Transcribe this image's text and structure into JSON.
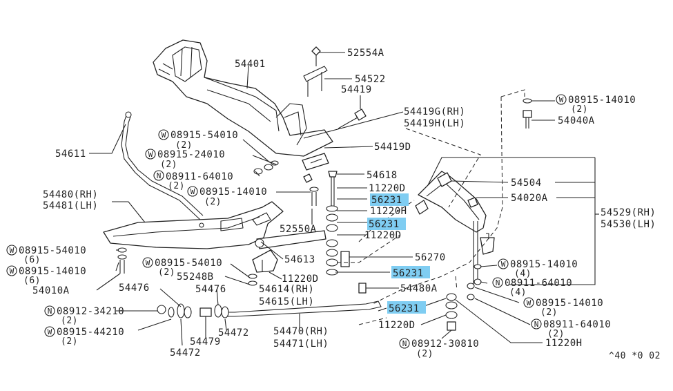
{
  "labels": {
    "l54401": "54401",
    "l52554a": "52554A",
    "l54522": "54522",
    "l54419": "54419",
    "l54419g": "54419G(RH)",
    "l54419h": "54419H(LH)",
    "l54419d": "54419D",
    "l54618": "54618",
    "l54611": "54611",
    "w08915_54010_a": "08915-54010",
    "q2_a": "(2)",
    "w08915_24010": "08915-24010",
    "q2_b": "(2)",
    "n08911_64010_a": "08911-64010",
    "q2_c": "(2)",
    "w08915_14010_a": "08915-14010",
    "q2_d": "(2)",
    "l11220d_a": "11220D",
    "p56231_a": "56231",
    "l11220h_a": "11220H",
    "p56231_b": "56231",
    "l11220d_b": "11220D",
    "l54480rh": "54480(RH)",
    "l54481lh": "54481(LH)",
    "l52550a": "52550A",
    "w08915_54010_b": "08915-54010",
    "q6_a": "(6)",
    "w08915_14010_b": "08915-14010",
    "q6_b": "(6)",
    "l54010a": "54010A",
    "l54613": "54613",
    "l56270": "56270",
    "w08915_54010_c": "08915-54010",
    "q2_e": "(2)",
    "l55248b": "55248B",
    "l11220d_c": "11220D",
    "p56231_c": "56231",
    "l54480a": "54480A",
    "l54476_a": "54476",
    "l54476_b": "54476",
    "l54614rh": "54614(RH)",
    "l54615lh": "54615(LH)",
    "n08912_34210": "08912-34210",
    "q2_f": "(2)",
    "w08915_44210": "08915-44210",
    "q2_g": "(2)",
    "l54472_a": "54472",
    "l54479": "54479",
    "l54472_b": "54472",
    "l54470rh": "54470(RH)",
    "l54471lh": "54471(LH)",
    "p56231_d": "56231",
    "l11220d_d": "11220D",
    "n08912_30810": "08912-30810",
    "q2_h": "(2)",
    "w08915_14010_c": "08915-14010",
    "q2_i": "(2)",
    "l54040a": "54040A",
    "l54504": "54504",
    "l54020a": "54020A",
    "l54529rh": "54529(RH)",
    "l54530lh": "54530(LH)",
    "w08915_14010_d": "08915-14010",
    "q4_a": "(4)",
    "n08911_64010_b": "08911-64010",
    "q4_b": "(4)",
    "w08915_14010_e": "08915-14010",
    "q2_j": "(2)",
    "n08911_64010_c": "08911-64010",
    "q2_k": "(2)",
    "l11220h_b": "11220H",
    "footer_code": "^40 *0 02"
  },
  "symbols": {
    "washer": "W",
    "nut": "N"
  },
  "colors": {
    "highlight": "#7fcdf2",
    "ink": "#222222"
  }
}
